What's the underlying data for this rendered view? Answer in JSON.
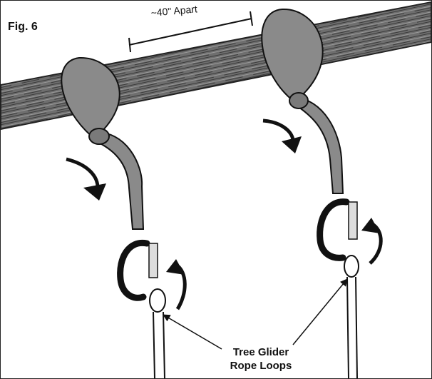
{
  "figure": {
    "label": "Fig. 6",
    "distance_label": "~40\" Apart",
    "callout_line1": "Tree Glider",
    "callout_line2": "Rope Loops"
  },
  "colors": {
    "branch": "#6e6e6e",
    "strap": "#8a8a8a",
    "carabiner": "#111111",
    "outline": "#111111"
  },
  "icons": [
    "branch",
    "tree-strap",
    "carabiner",
    "rope-loop",
    "curved-arrow",
    "leader-arrow",
    "dimension-arrow"
  ]
}
